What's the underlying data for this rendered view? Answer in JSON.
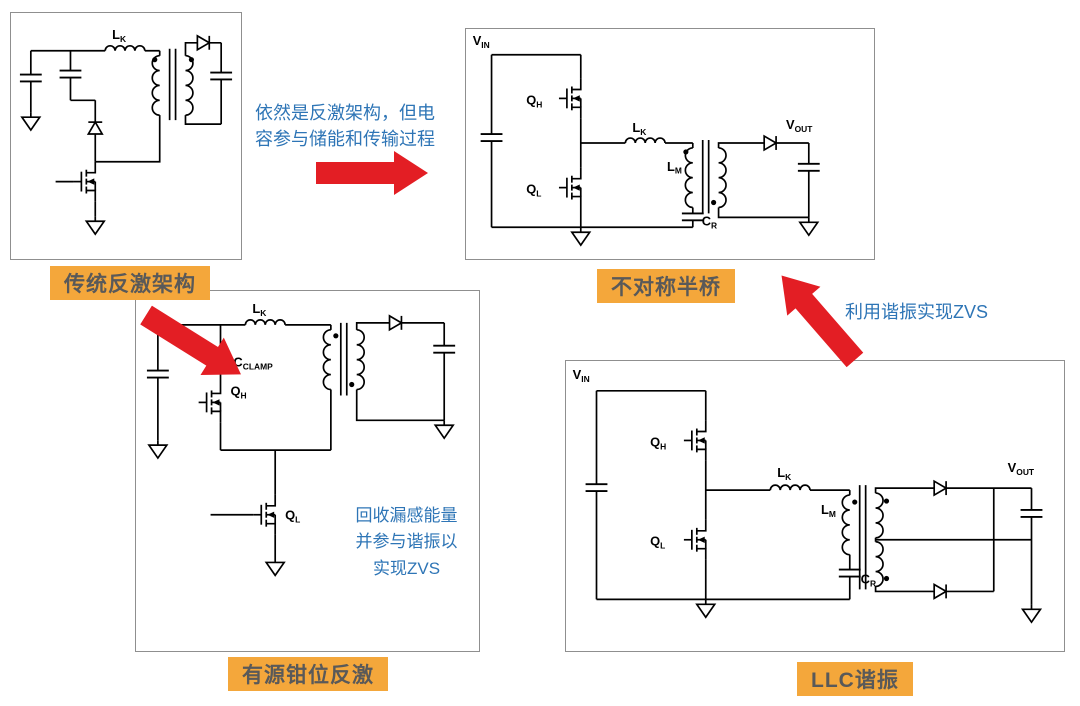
{
  "panels": {
    "flyback": {
      "badge": "传统反激架构"
    },
    "ahb": {
      "badge": "不对称半桥"
    },
    "acf": {
      "badge": "有源钳位反激",
      "note_lines": [
        "回收漏感能量",
        "并参与谐振以",
        "实现ZVS"
      ]
    },
    "llc": {
      "badge": "LLC谐振"
    }
  },
  "annotations": {
    "evolution": {
      "line1": "依然是反激架构，但电",
      "line2": "容参与储能和传输过程"
    },
    "resonance_zvs": "利用谐振实现ZVS"
  },
  "component_labels": {
    "vin": {
      "main": "V",
      "sub": "IN"
    },
    "vout": {
      "main": "V",
      "sub": "OUT"
    },
    "lk": {
      "main": "L",
      "sub": "K"
    },
    "lm": {
      "main": "L",
      "sub": "M"
    },
    "cr": {
      "main": "C",
      "sub": "R"
    },
    "cclamp": {
      "main": "C",
      "sub": "CLAMP"
    },
    "qh": {
      "main": "Q",
      "sub": "H"
    },
    "ql": {
      "main": "Q",
      "sub": "L"
    }
  },
  "colors": {
    "arrow_red": "#E31E24",
    "badge_background": "#F4A73B",
    "badge_text": "#595959",
    "annotation_blue": "#2E75B6",
    "schematic_stroke": "#000000",
    "panel_border": "#8F8F8F",
    "page_background": "#FFFFFF"
  }
}
